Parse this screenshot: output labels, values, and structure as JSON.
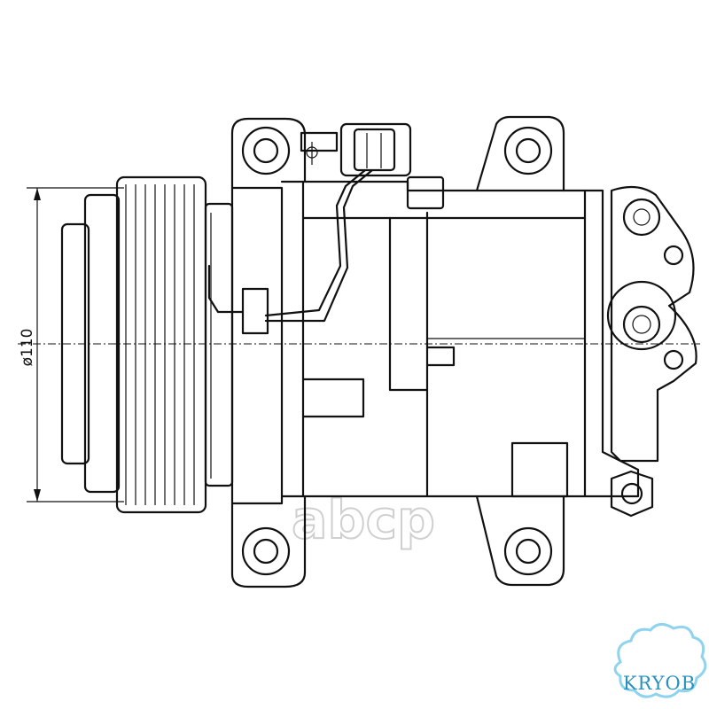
{
  "drawing": {
    "dimension_label": "ø110",
    "watermark": "abcp",
    "badge_label": "KRYOB"
  },
  "colors": {
    "line": "#111111",
    "watermark": "#cfcfcf",
    "badge_outline": "#8fd3ee",
    "badge_text": "#2a8fbf"
  }
}
